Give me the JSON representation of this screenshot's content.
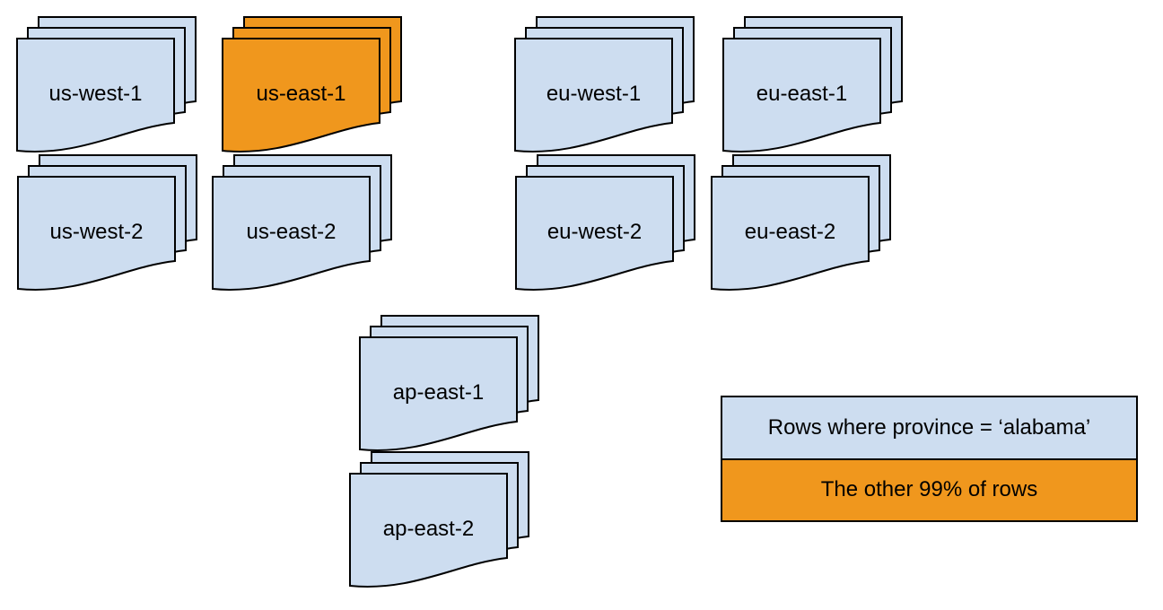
{
  "colors": {
    "region_fill": "#cdddf0",
    "highlight_fill": "#f0971d",
    "outline": "#000000",
    "text": "#000000",
    "background": "#ffffff"
  },
  "stacks": [
    {
      "label": "us-west-1",
      "variant": "blue"
    },
    {
      "label": "us-east-1",
      "variant": "orange"
    },
    {
      "label": "eu-west-1",
      "variant": "blue"
    },
    {
      "label": "eu-east-1",
      "variant": "blue"
    },
    {
      "label": "us-west-2",
      "variant": "blue"
    },
    {
      "label": "us-east-2",
      "variant": "blue"
    },
    {
      "label": "eu-west-2",
      "variant": "blue"
    },
    {
      "label": "eu-east-2",
      "variant": "blue"
    },
    {
      "label": "ap-east-1",
      "variant": "blue"
    },
    {
      "label": "ap-east-2",
      "variant": "blue"
    }
  ],
  "legend": {
    "rows": [
      {
        "label": "Rows where province = ‘alabama’",
        "variant": "blue"
      },
      {
        "label": "The other 99% of rows",
        "variant": "orange"
      }
    ]
  }
}
